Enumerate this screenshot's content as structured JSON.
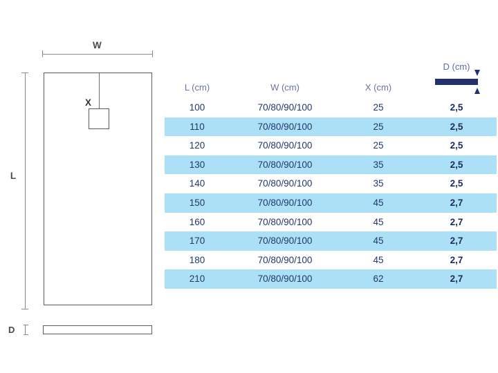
{
  "drawing": {
    "width_label": "W",
    "length_label": "L",
    "offset_label": "X",
    "depth_label": "D",
    "plan_view_name": "shower-tray-plan-view",
    "profile_view_name": "shower-tray-side-profile",
    "drain_name": "drain-outlet-square"
  },
  "table": {
    "columns": [
      {
        "key": "L",
        "header": "L (cm)"
      },
      {
        "key": "W",
        "header": "W (cm)"
      },
      {
        "key": "X",
        "header": "X (cm)"
      },
      {
        "key": "D",
        "header": "D (cm)"
      }
    ],
    "rows": [
      {
        "L": "100",
        "W": "70/80/90/100",
        "X": "25",
        "D": "2,5"
      },
      {
        "L": "110",
        "W": "70/80/90/100",
        "X": "25",
        "D": "2,5"
      },
      {
        "L": "120",
        "W": "70/80/90/100",
        "X": "25",
        "D": "2,5"
      },
      {
        "L": "130",
        "W": "70/80/90/100",
        "X": "35",
        "D": "2,5"
      },
      {
        "L": "140",
        "W": "70/80/90/100",
        "X": "35",
        "D": "2,5"
      },
      {
        "L": "150",
        "W": "70/80/90/100",
        "X": "45",
        "D": "2,7"
      },
      {
        "L": "160",
        "W": "70/80/90/100",
        "X": "45",
        "D": "2,7"
      },
      {
        "L": "170",
        "W": "70/80/90/100",
        "X": "45",
        "D": "2,7"
      },
      {
        "L": "180",
        "W": "70/80/90/100",
        "X": "45",
        "D": "2,7"
      },
      {
        "L": "210",
        "W": "70/80/90/100",
        "X": "62",
        "D": "2,7"
      }
    ]
  },
  "colors": {
    "stripe": "#ace0f7",
    "header_text": "#6a73a8",
    "header_rule": "#7b84bb",
    "data_text": "#22366b",
    "navy_bar": "#23306e",
    "drawing_line": "#5a5a5a"
  }
}
